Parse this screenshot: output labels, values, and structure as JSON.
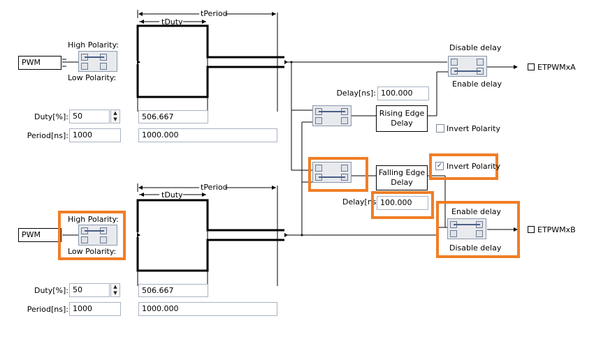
{
  "top": {
    "source": "PWM",
    "high_polarity": "High Polarity:",
    "low_polarity": "Low Polarity:",
    "t_period": "tPeriod",
    "t_duty": "tDuty",
    "duty_label": "Duty[%]:",
    "duty_value": "50",
    "period_label": "Period[ns]:",
    "period_value": "1000",
    "duty_readout": "506.667",
    "period_readout": "1000.000"
  },
  "bottom": {
    "source": "PWM",
    "high_polarity": "High Polarity:",
    "low_polarity": "Low Polarity:",
    "t_period": "tPeriod",
    "t_duty": "tDuty",
    "duty_label": "Duty[%]:",
    "duty_value": "50",
    "period_label": "Period[ns]:",
    "period_value": "1000",
    "duty_readout": "506.667",
    "period_readout": "1000.000"
  },
  "rising": {
    "delay_label": "Delay[ns]:",
    "delay_value": "100.000",
    "block_label": "Rising Edge Delay",
    "invert_label": "Invert Polarity",
    "invert_checked": false
  },
  "falling": {
    "delay_label": "Delay[ns",
    "delay_value": "100.000",
    "block_label": "Falling Edge Delay",
    "invert_label": "Invert Polarity",
    "invert_checked": true
  },
  "output_a": {
    "top_label": "Disable delay",
    "bottom_label": "Enable delay",
    "name": "ETPWMxA"
  },
  "output_b": {
    "top_label": "Enable delay",
    "bottom_label": "Disable delay",
    "name": "ETPWMxB"
  },
  "colors": {
    "highlight": "#f07e26",
    "switch_bar": "#4a5f86",
    "field_border": "#a9b3c3"
  }
}
